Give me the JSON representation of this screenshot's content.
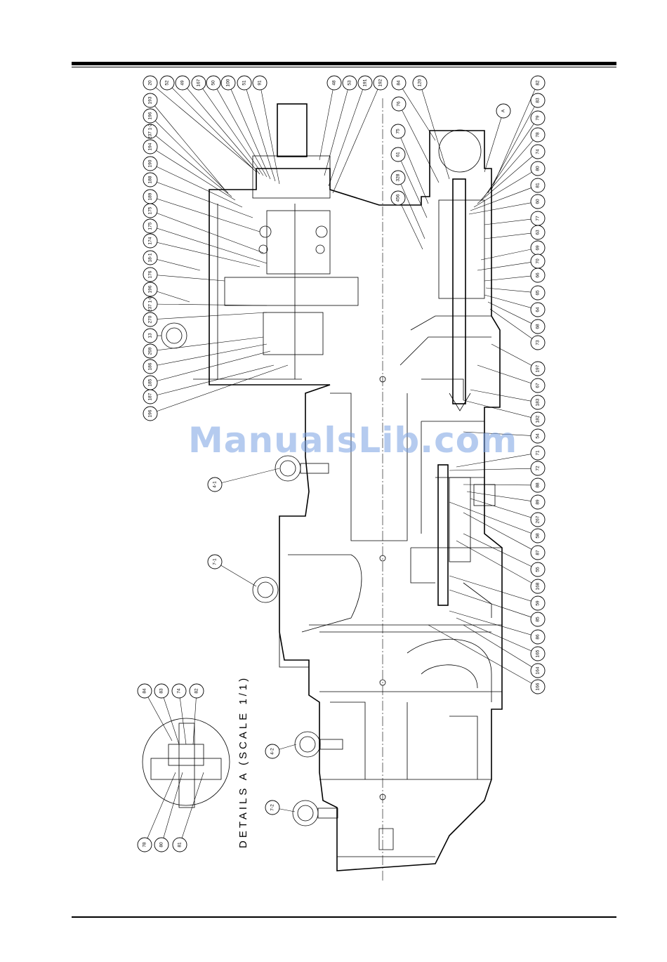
{
  "watermark": "ManualsLib.com",
  "details_caption": "DETAILS A (SCALE 1/1)",
  "callouts_top": [
    "20",
    "52",
    "49",
    "167",
    "50",
    "100",
    "51",
    "91",
    "48",
    "53",
    "191",
    "192",
    "84",
    "76",
    "120",
    "82",
    "83",
    "79",
    "78",
    "74",
    "80",
    "81",
    "60",
    "77",
    "63",
    "69",
    "70",
    "66",
    "65",
    "64",
    "68",
    "73"
  ],
  "callouts_left": [
    "193",
    "196",
    "237 1-2",
    "194",
    "190",
    "188",
    "189",
    "175",
    "175",
    "174",
    "18-1",
    "176",
    "196",
    "237 1-0",
    "270",
    "13",
    "269",
    "186",
    "185",
    "187",
    "196"
  ],
  "callouts_right": [
    "197",
    "67",
    "183",
    "182",
    "54",
    "71",
    "72",
    "88",
    "89",
    "267",
    "58",
    "87",
    "55",
    "168",
    "59",
    "85",
    "86",
    "165",
    "164",
    "166"
  ],
  "callouts_center": [
    "75",
    "61",
    "328",
    "456",
    "A"
  ],
  "callouts_lifting": [
    "4-1",
    "7-1",
    "4-2",
    "7-2"
  ],
  "callouts_detail": [
    "84",
    "83",
    "74",
    "82",
    "78",
    "80",
    "81"
  ]
}
